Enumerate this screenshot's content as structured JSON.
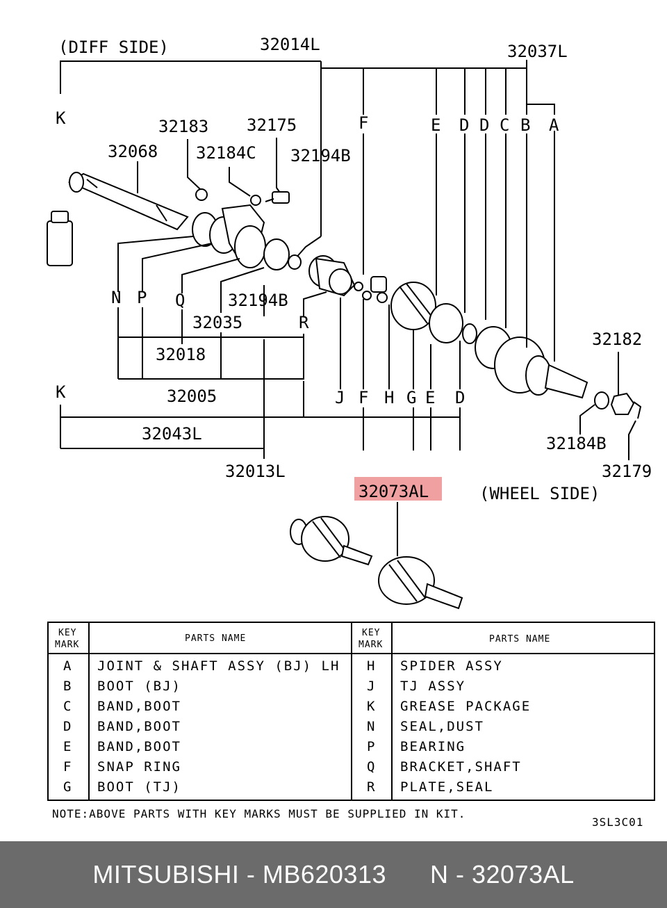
{
  "diagram": {
    "side_labels": {
      "diff_side": "(DIFF SIDE)",
      "wheel_side": "(WHEEL SIDE)"
    },
    "part_numbers": {
      "p32014L": "32014L",
      "p32037L": "32037L",
      "p32183": "32183",
      "p32175": "32175",
      "p32068": "32068",
      "p32184C": "32184C",
      "p32194B_top": "32194B",
      "p32194B_mid": "32194B",
      "p32035": "32035",
      "p32018": "32018",
      "p32005": "32005",
      "p32043L": "32043L",
      "p32013L": "32013L",
      "p32182": "32182",
      "p32184B": "32184B",
      "p32179": "32179",
      "p32073AL": "32073AL"
    },
    "key_letters": {
      "k_top": "K",
      "k_bottom": "K",
      "f_top": "F",
      "e_top": "E",
      "d1_top": "D",
      "d2_top": "D",
      "c_top": "C",
      "b_top": "B",
      "a_top": "A",
      "n": "N",
      "p": "P",
      "q": "Q",
      "r": "R",
      "j_bot": "J",
      "f_bot": "F",
      "h_bot": "H",
      "g_bot": "G",
      "e_bot": "E",
      "d_bot": "D"
    },
    "highlight_color": "#f0a0a0"
  },
  "table": {
    "headers": {
      "key_mark_1": "KEY",
      "key_mark_2": "MARK",
      "parts_name": "PARTS NAME"
    },
    "left_rows": [
      {
        "key": "A",
        "name": "JOINT & SHAFT ASSY (BJ) LH"
      },
      {
        "key": "B",
        "name": "BOOT (BJ)"
      },
      {
        "key": "C",
        "name": "BAND,BOOT"
      },
      {
        "key": "D",
        "name": "BAND,BOOT"
      },
      {
        "key": "E",
        "name": "BAND,BOOT"
      },
      {
        "key": "F",
        "name": "SNAP RING"
      },
      {
        "key": "G",
        "name": "BOOT (TJ)"
      }
    ],
    "right_rows": [
      {
        "key": "H",
        "name": "SPIDER ASSY"
      },
      {
        "key": "J",
        "name": "TJ ASSY"
      },
      {
        "key": "K",
        "name": "GREASE PACKAGE"
      },
      {
        "key": "N",
        "name": "SEAL,DUST"
      },
      {
        "key": "P",
        "name": "BEARING"
      },
      {
        "key": "Q",
        "name": "BRACKET,SHAFT"
      },
      {
        "key": "R",
        "name": "PLATE,SEAL"
      }
    ],
    "note": "NOTE:ABOVE PARTS WITH KEY MARKS MUST BE SUPPLIED IN KIT.",
    "code": "3SL3C01"
  },
  "footer": {
    "brand": "MITSUBISHI",
    "sep1": " - ",
    "part_no": "MB620313",
    "gap": "      ",
    "n_label": "N",
    "sep2": " - ",
    "ref": "32073AL"
  }
}
